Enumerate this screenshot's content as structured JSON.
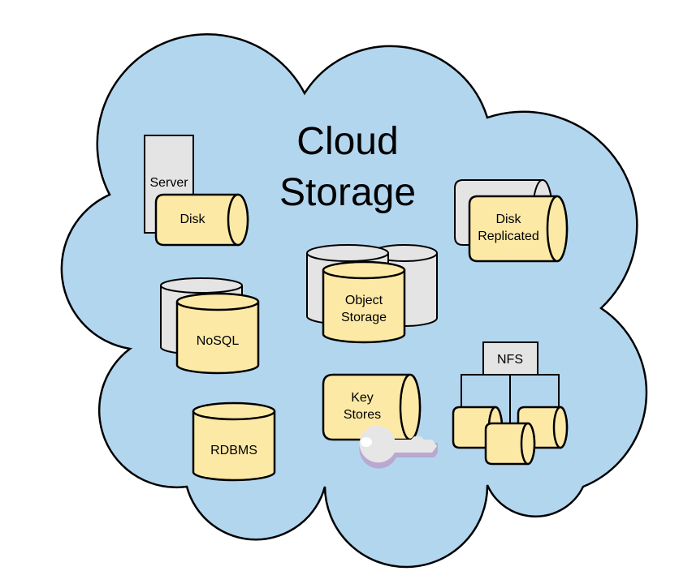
{
  "title": {
    "line1": "Cloud",
    "line2": "Storage"
  },
  "colors": {
    "cloud": "#b3d6ef",
    "storage": "#fde9a6",
    "server": "#e4e4e4",
    "key": "#e6e6e6",
    "key_shadow": "#b9a8d0"
  },
  "items": {
    "server": "Server",
    "disk": "Disk",
    "disk_replicated": {
      "line1": "Disk",
      "line2": "Replicated"
    },
    "object_storage": {
      "line1": "Object",
      "line2": "Storage"
    },
    "nosql": "NoSQL",
    "rdbms": "RDBMS",
    "key_stores": {
      "line1": "Key",
      "line2": "Stores"
    },
    "nfs": "NFS"
  }
}
